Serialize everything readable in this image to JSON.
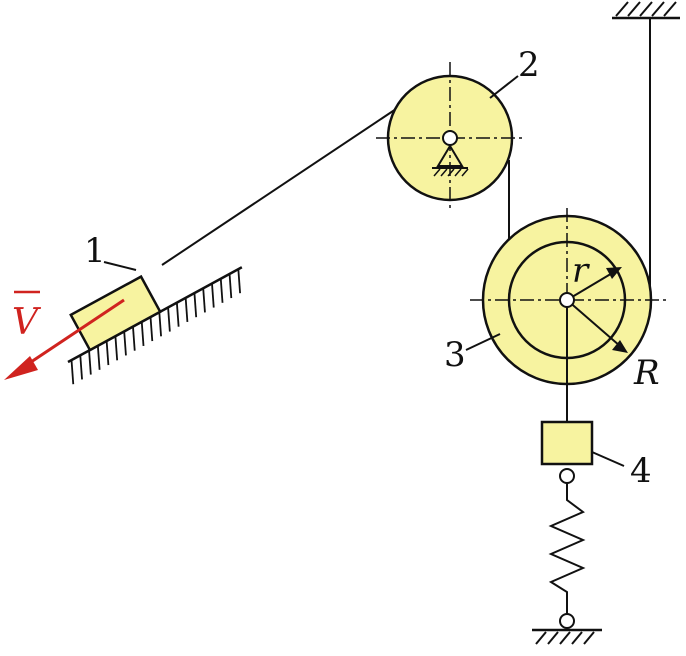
{
  "labels": {
    "body1": "1",
    "body2": "2",
    "body3": "3",
    "body4": "4",
    "small_radius": "r",
    "large_radius": "R",
    "velocity": "V"
  },
  "colors": {
    "fill": "#f7f3a0",
    "stroke": "#111111",
    "arrow": "#d0231f"
  }
}
